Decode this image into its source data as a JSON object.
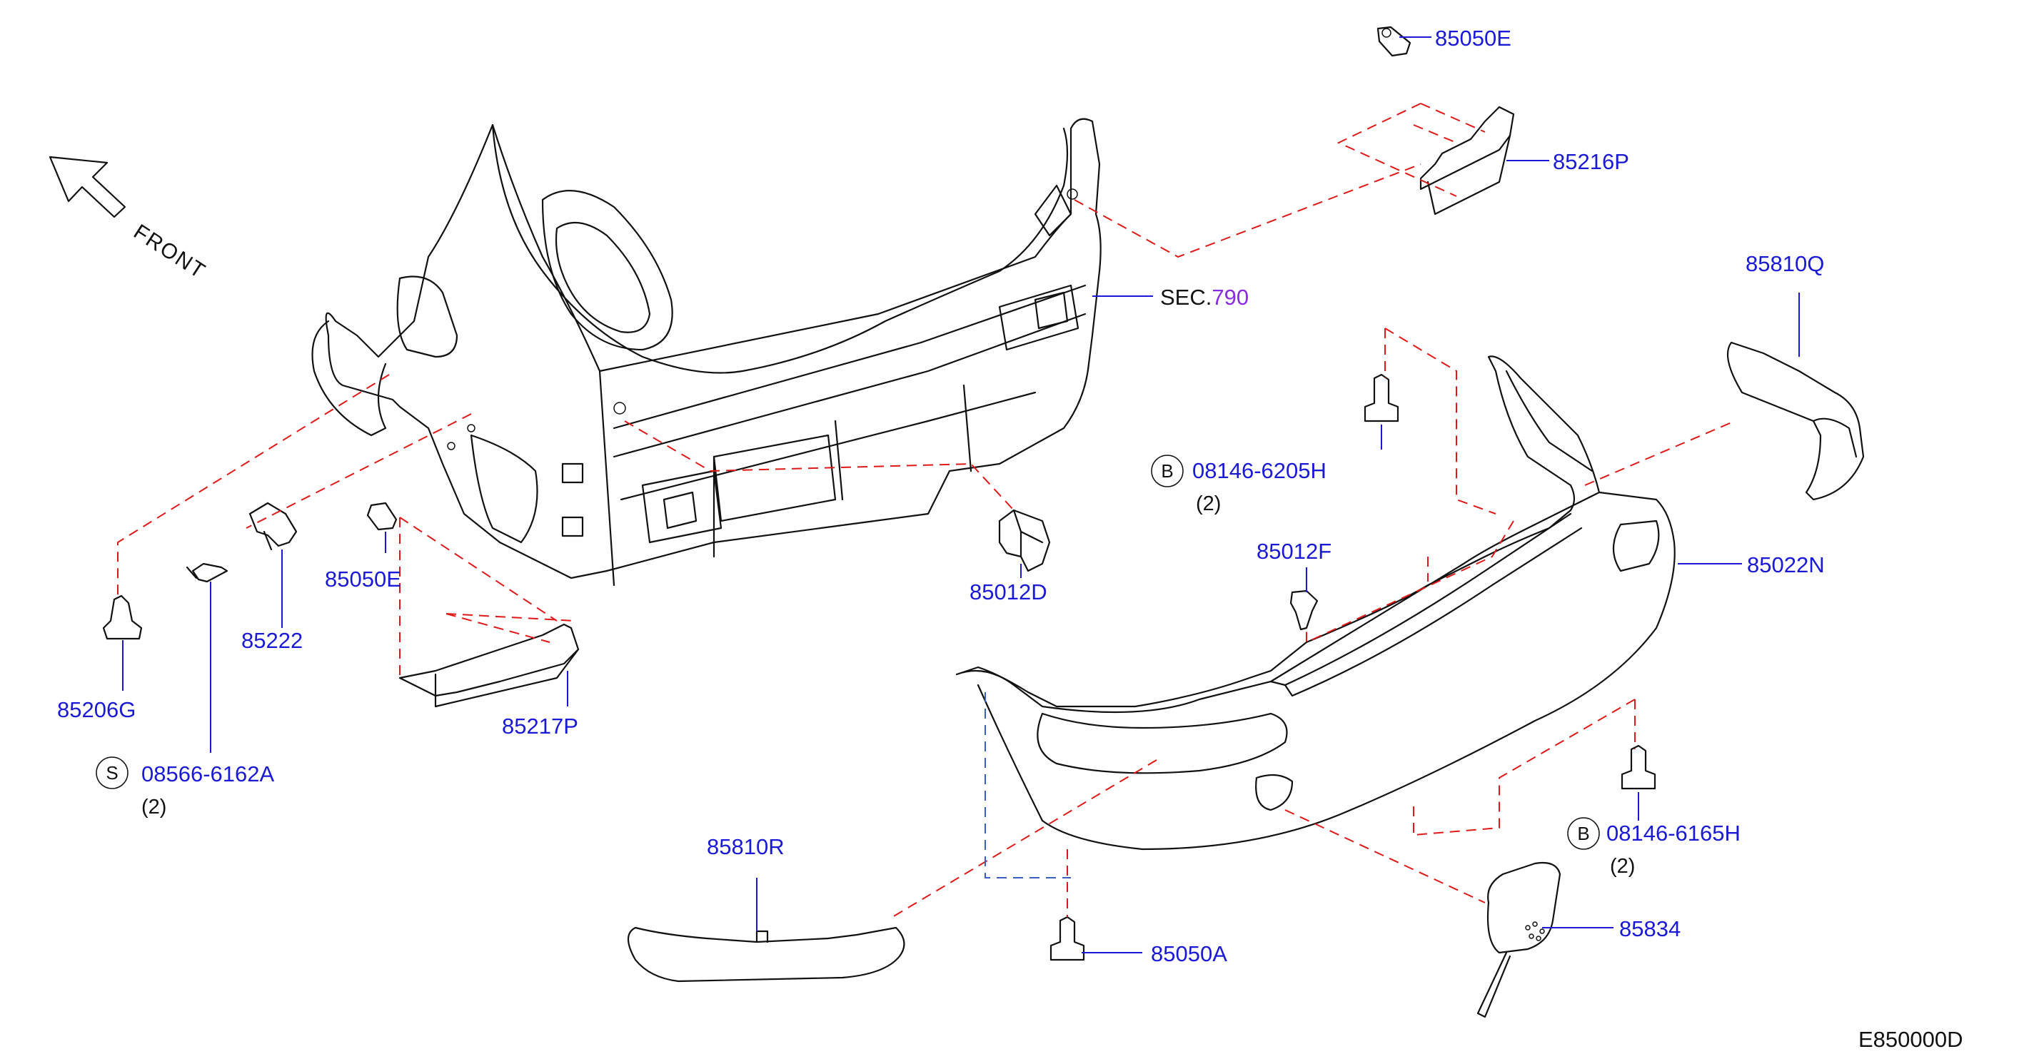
{
  "direction_label": "FRONT",
  "section_ref": {
    "prefix": "SEC.",
    "number": "790"
  },
  "diagram_code": "E850000D",
  "parts": {
    "p85050E_top": "85050E",
    "p85216P": "85216P",
    "p85810Q": "85810Q",
    "p08146_6205H": "08146-6205H",
    "p85012F": "85012F",
    "p85022N": "85022N",
    "p85012D": "85012D",
    "p85050E_left": "85050E",
    "p85222": "85222",
    "p85206G": "85206G",
    "p85217P": "85217P",
    "p08566_6162A": "08566-6162A",
    "p85810R": "85810R",
    "p85050A": "85050A",
    "p85834": "85834",
    "p08146_6165H": "08146-6165H"
  },
  "badges": {
    "b_upper": "B",
    "s_left": "S",
    "b_lower": "B"
  },
  "quantities": {
    "q_6205H": "(2)",
    "q_6162A": "(2)",
    "q_6165H": "(2)"
  }
}
